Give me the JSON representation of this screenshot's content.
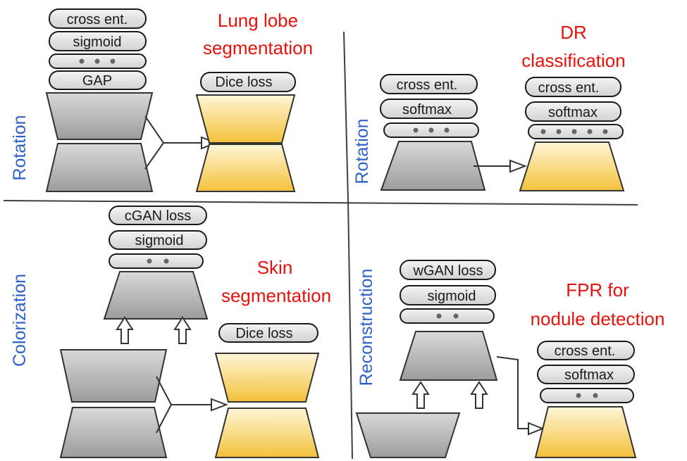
{
  "panels": {
    "top_left": {
      "pretext": "Rotation",
      "task": [
        "Lung lobe",
        "segmentation"
      ],
      "pretext_head": [
        "cross ent.",
        "sigmoid",
        "GAP"
      ],
      "target_head": [
        "Dice loss"
      ]
    },
    "top_right": {
      "pretext": "Rotation",
      "task": [
        "DR",
        "classification"
      ],
      "pretext_head": [
        "cross ent.",
        "softmax"
      ],
      "target_head": [
        "cross ent.",
        "softmax"
      ]
    },
    "bottom_left": {
      "pretext": "Colorization",
      "task": [
        "Skin",
        "segmentation"
      ],
      "pretext_head": [
        "cGAN loss",
        "sigmoid"
      ],
      "target_head": [
        "Dice loss"
      ]
    },
    "bottom_right": {
      "pretext": "Reconstruction",
      "task": [
        "FPR for",
        "nodule detection"
      ],
      "pretext_head": [
        "wGAN loss",
        "sigmoid"
      ],
      "target_head": [
        "cross ent.",
        "softmax"
      ]
    }
  },
  "colors": {
    "task_text": "#e8120c",
    "pretext_text": "#2f62c8",
    "pretrained_block": "#a8a8a8",
    "target_block": "#f5c842"
  }
}
